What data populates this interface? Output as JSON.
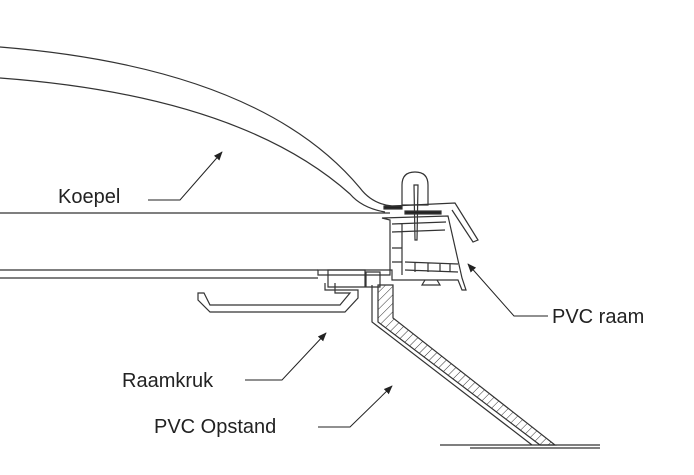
{
  "labels": {
    "dome": "Koepel",
    "window_handle": "Raamkruk",
    "pvc_upstand": "PVC Opstand",
    "pvc_frame": "PVC raam"
  },
  "colors": {
    "line": "#333333",
    "background": "#ffffff"
  }
}
